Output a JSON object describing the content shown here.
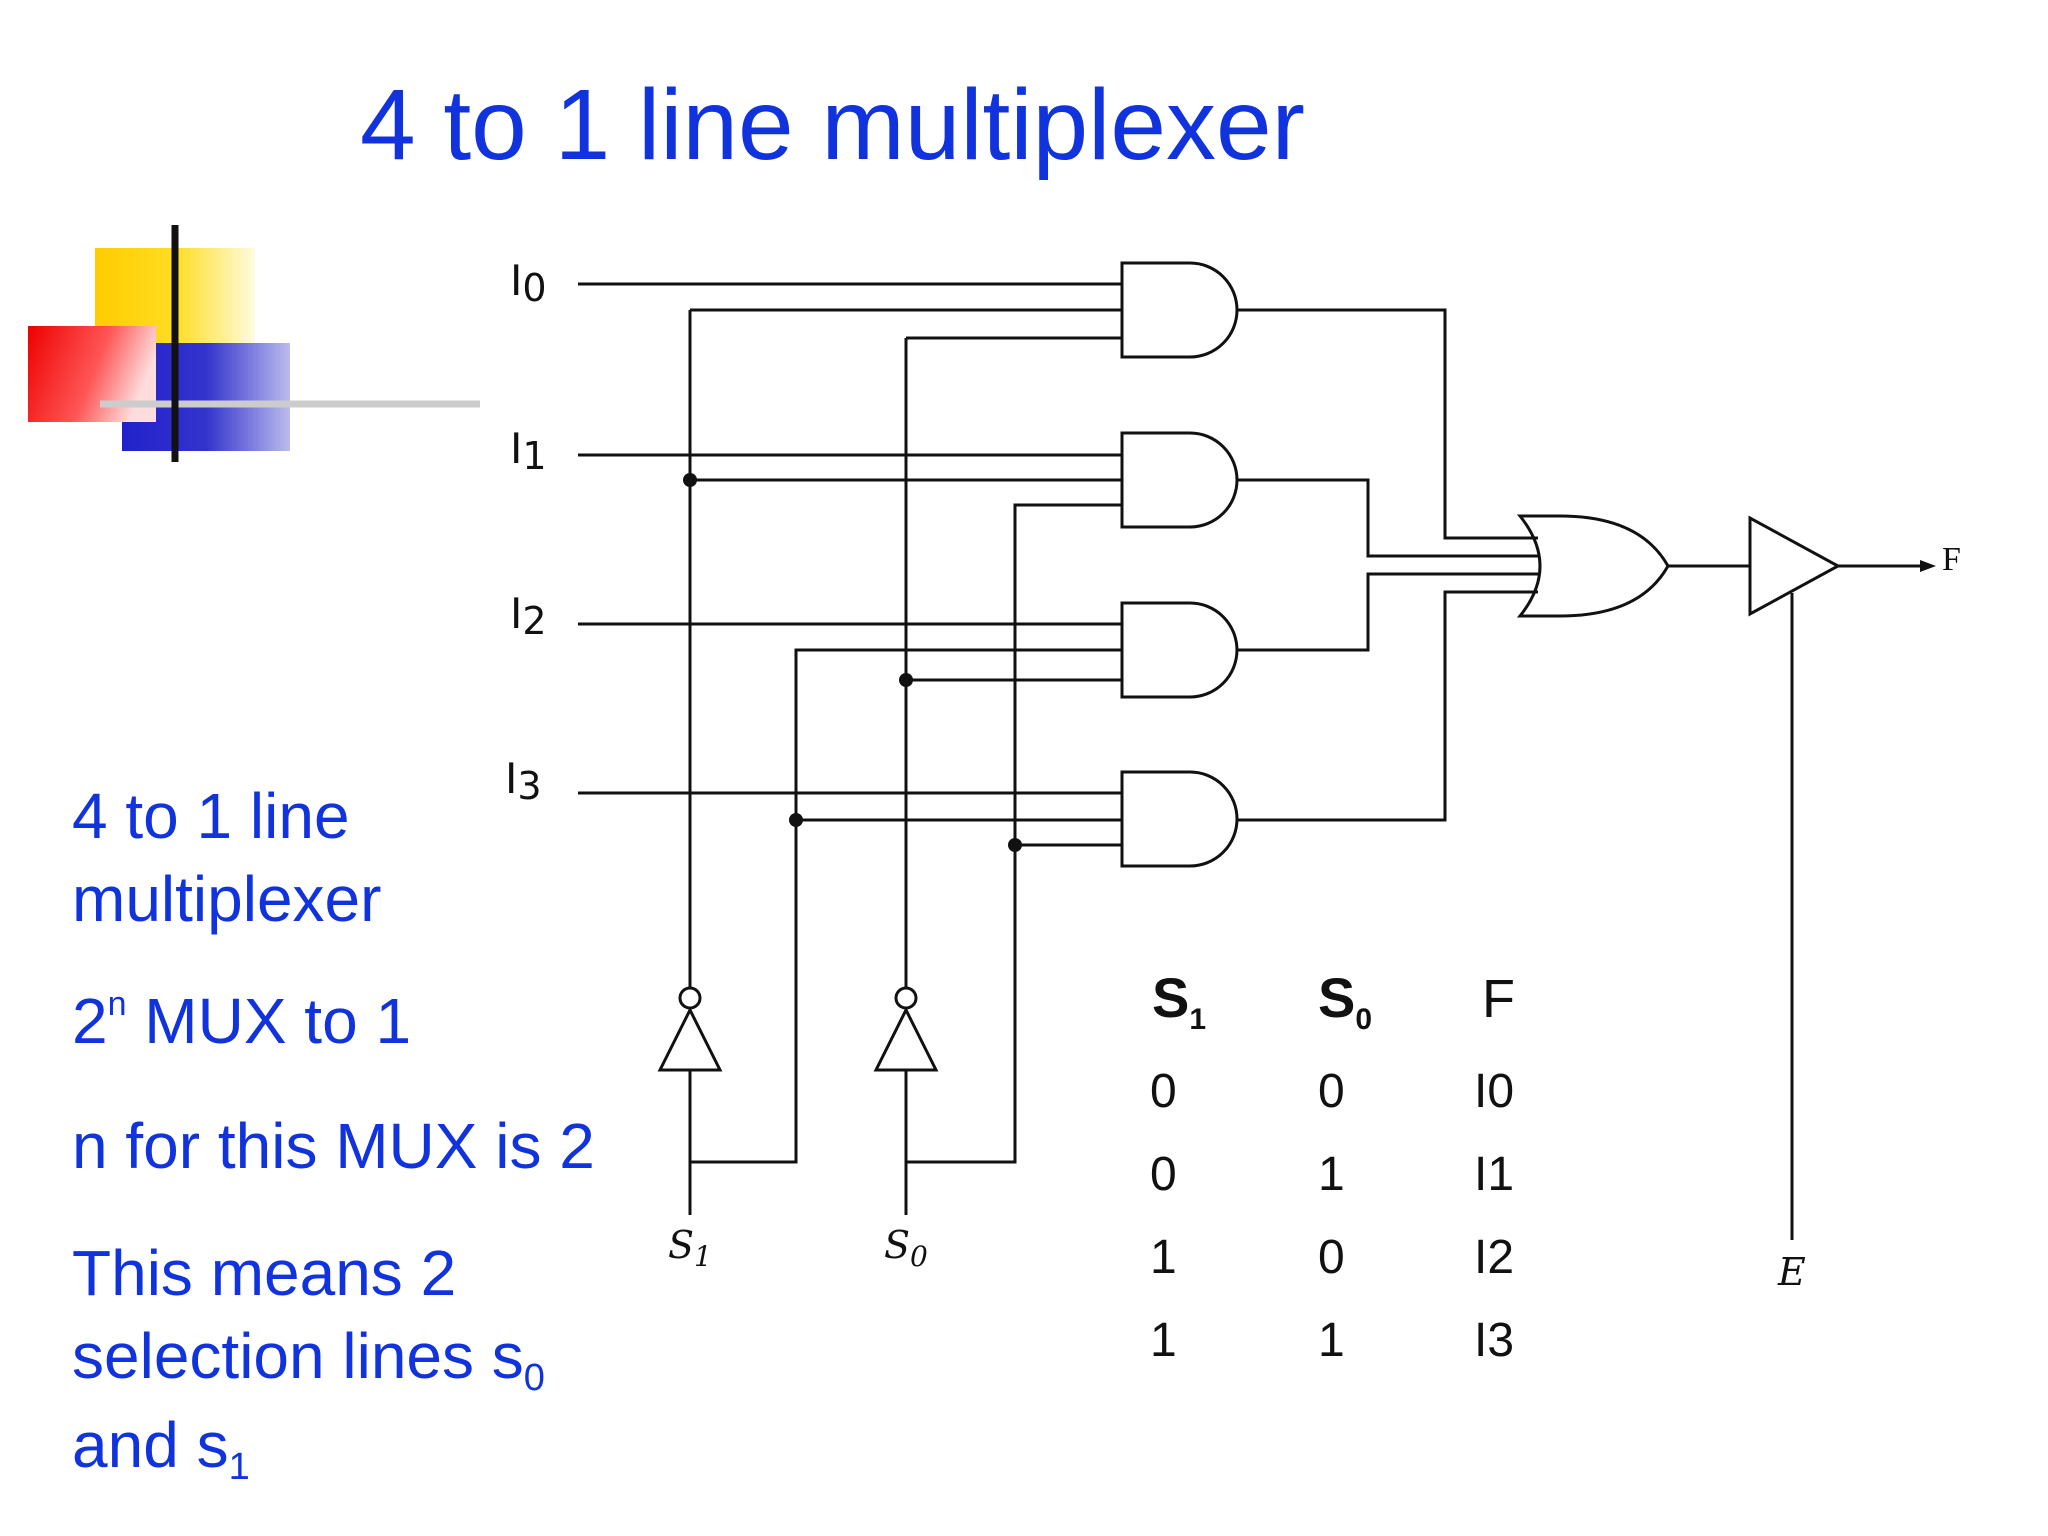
{
  "slide": {
    "title": "4 to 1 line multiplexer"
  },
  "bullets": {
    "b1_line1": "4 to 1 line",
    "b1_line2": "multiplexer",
    "b2_base": "2",
    "b2_sup": "n",
    "b2_rest": " MUX to 1",
    "b3": "n for this MUX is 2",
    "b4_line1": "This means 2",
    "b4_line2": "selection lines s",
    "b4_sub0": "0",
    "b4_line3": "and s",
    "b4_sub1": "1"
  },
  "circuit": {
    "inputs": [
      "I0",
      "I1",
      "I2",
      "I3"
    ],
    "input_label_base": "I",
    "input_subs": [
      "0",
      "1",
      "2",
      "3"
    ],
    "select_labels": {
      "s1_base": "S",
      "s1_sub": "1",
      "s0_base": "S",
      "s0_sub": "0"
    },
    "enable_label": "E",
    "output_label": "F"
  },
  "truth_table": {
    "headers": [
      {
        "base": "S",
        "sub": "1"
      },
      {
        "base": "S",
        "sub": "0"
      },
      {
        "base": "F",
        "sub": ""
      }
    ],
    "rows": [
      [
        "0",
        "0",
        "I0"
      ],
      [
        "0",
        "1",
        "I1"
      ],
      [
        "1",
        "0",
        "I2"
      ],
      [
        "1",
        "1",
        "I3"
      ]
    ]
  },
  "colors": {
    "accent_blue": "#1133dd",
    "logo_yellow": "#ffcc00",
    "logo_red": "#ee1111",
    "logo_blue": "#3333cc"
  }
}
